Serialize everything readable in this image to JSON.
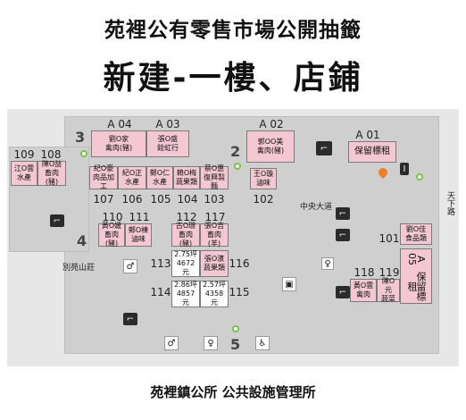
{
  "header": {
    "title_line1": "苑裡公有零售市場公開抽籤",
    "title_line2": "新建-一樓、店鋪"
  },
  "footer": {
    "text": "苑裡鎮公所 公共設施管理所"
  },
  "map": {
    "gates": [
      "3",
      "2",
      "4",
      "5"
    ],
    "roads": {
      "central_aisle": "中央大道",
      "bieyuan_road": "別苑山莊",
      "tianxia_road": "天下路"
    },
    "stalls": {
      "a04": {
        "code": "A 04",
        "name": "劉O家\n禽肉(豬)"
      },
      "a03": {
        "code": "A 03",
        "name": "張O盛\n銓虹行"
      },
      "a02": {
        "code": "A 02",
        "name": "郭OO美\n禽肉(豬)"
      },
      "a01": {
        "code": "A 01",
        "name": "保留標租"
      },
      "a05": {
        "code": "A 05",
        "name": "保留標租"
      },
      "s109": {
        "num": "109",
        "name": "江O雲\n水產"
      },
      "s108": {
        "num": "108",
        "name": "陳O益\n畜肉(豬)"
      },
      "s107": {
        "num": "107",
        "name": "紀O豪\n肉品加工"
      },
      "s106": {
        "num": "106",
        "name": "紀O正\n水產"
      },
      "s105": {
        "num": "105",
        "name": "鄭O仁\n水產"
      },
      "s104": {
        "num": "104",
        "name": "賴O梅\n蔬果類"
      },
      "s103": {
        "num": "103",
        "name": "蔡O惠\n復興製麵"
      },
      "s102": {
        "num": "102",
        "name": "王O璇\n滷味"
      },
      "s110": {
        "num": "110",
        "name": "黃O媛\n畜肉(豬)"
      },
      "s111": {
        "num": "111",
        "name": "鄭O棟\n滷味"
      },
      "s112": {
        "num": "112",
        "name": "古O璟\n畜肉(豬)"
      },
      "s117": {
        "num": "117",
        "name": "張O吉\n畜肉(羊)"
      },
      "s113": {
        "num": "113",
        "name": "2.75坪\n4672元"
      },
      "s116": {
        "num": "116",
        "name": "張O濱\n蔬果類"
      },
      "s114": {
        "num": "114",
        "name": "2.86坪\n4857元"
      },
      "s115": {
        "num": "115",
        "name": "2.57坪\n4358元"
      },
      "s101": {
        "num": "101",
        "name": "劉O佳\n食品類"
      },
      "s118": {
        "num": "118",
        "name": "黃O雲\n禽肉"
      },
      "s119": {
        "num": "119",
        "name": "陳O元\n蔬菜"
      }
    },
    "icons": {
      "stairs": "stairs-icon",
      "restroom_men": "men-restroom-icon",
      "restroom_women": "women-restroom-icon",
      "accessible": "accessible-restroom-icon",
      "elevator": "elevator-icon",
      "location": "location-pin-icon"
    }
  }
}
